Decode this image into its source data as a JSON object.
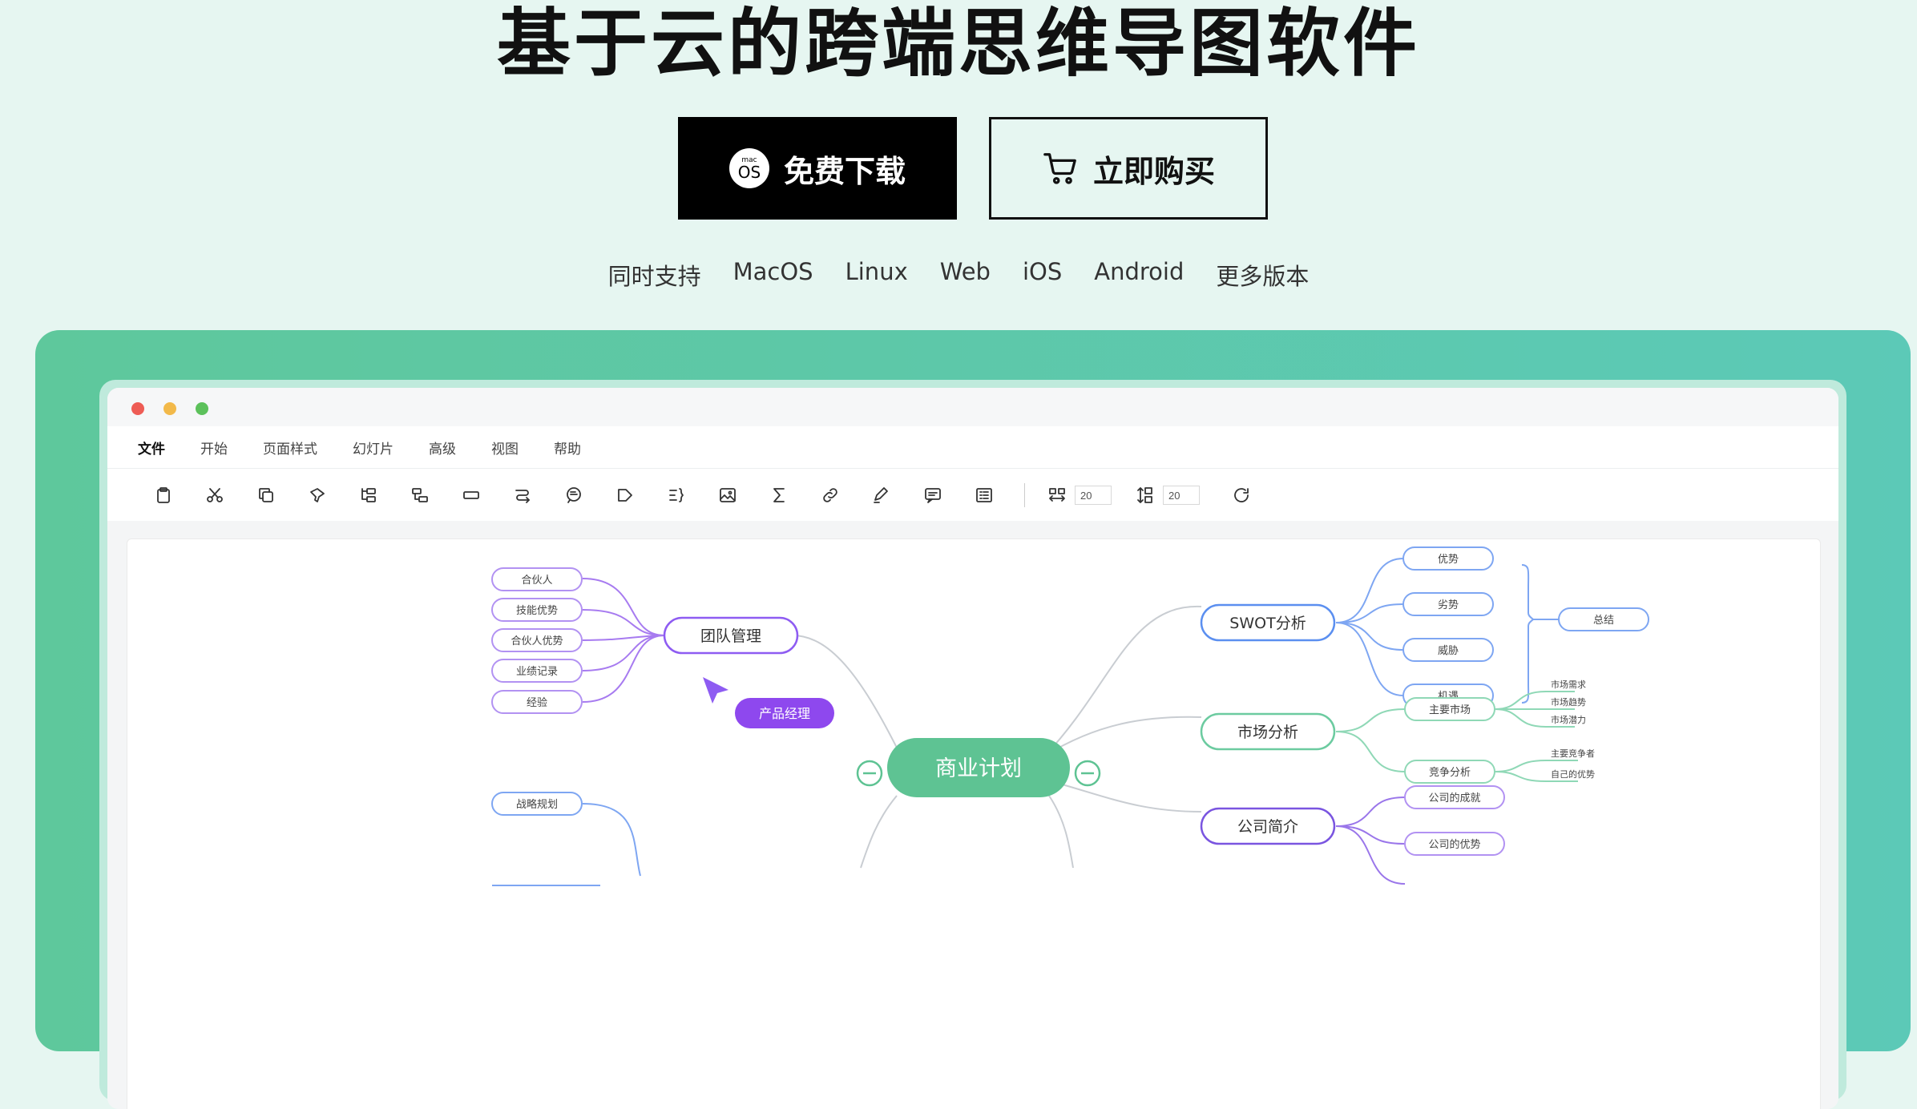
{
  "hero": {
    "title": "基于云的跨端思维导图软件"
  },
  "buttons": {
    "download_label": "免费下载",
    "os_badge_small": "mac",
    "os_badge_big": "OS",
    "buy_label": "立即购买"
  },
  "platforms": {
    "prefix": "同时支持",
    "items": [
      "MacOS",
      "Linux",
      "Web",
      "iOS",
      "Android"
    ],
    "more": "更多版本"
  },
  "app": {
    "menu": [
      "文件",
      "开始",
      "页面样式",
      "幻灯片",
      "高级",
      "视图",
      "帮助"
    ],
    "toolbar": {
      "icons": [
        "clipboard-icon",
        "scissors-icon",
        "copy-icon",
        "format-brush-icon",
        "add-child-node-icon",
        "add-sibling-node-icon",
        "box-icon",
        "relation-line-icon",
        "comment-icon",
        "tag-icon",
        "summary-brace-icon",
        "image-icon",
        "formula-icon",
        "link-icon",
        "pen-icon",
        "note-icon",
        "outline-icon"
      ],
      "width_value": "20",
      "height_value": "20"
    }
  },
  "mindmap": {
    "root": "商业计划",
    "cursor_label": "产品经理",
    "colors": {
      "root": "#5ec393",
      "purple": "#8e5cf2",
      "blue": "#5b8ff0",
      "green": "#6ccba0",
      "purple2": "#7a55e0"
    },
    "left_top": {
      "title": "团队管理",
      "children": [
        "合伙人",
        "技能优势",
        "合伙人优势",
        "业绩记录",
        "经验"
      ]
    },
    "left_bottom": {
      "children": [
        "战略规划"
      ]
    },
    "swot": {
      "title": "SWOT分析",
      "children": [
        "优势",
        "劣势",
        "威胁",
        "机遇"
      ],
      "summary": "总结"
    },
    "market": {
      "title": "市场分析",
      "children": [
        {
          "label": "主要市场",
          "sub": [
            "市场需求",
            "市场趋势",
            "市场潜力"
          ]
        },
        {
          "label": "竞争分析",
          "sub": [
            "主要竞争者",
            "自己的优势"
          ]
        }
      ]
    },
    "company": {
      "title": "公司简介",
      "children": [
        "公司的成就",
        "公司的优势"
      ]
    }
  }
}
